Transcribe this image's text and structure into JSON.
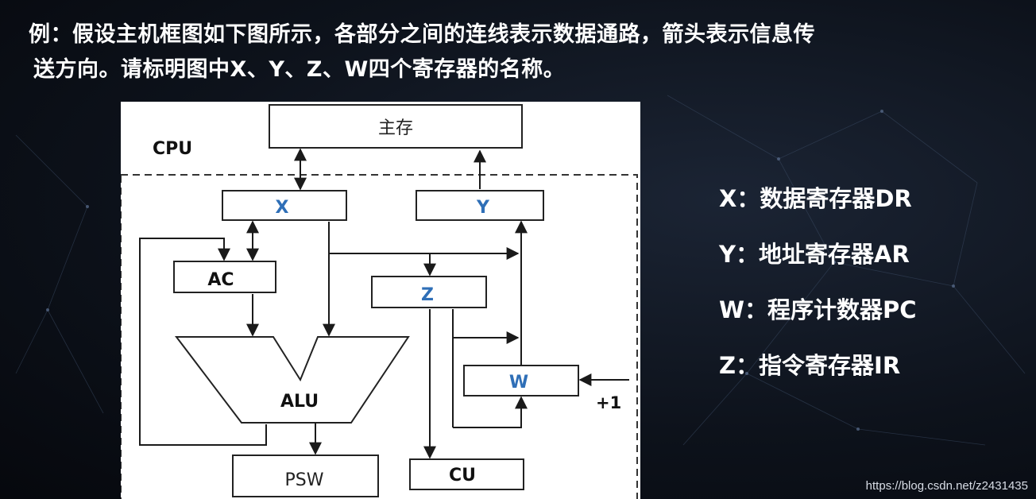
{
  "question": {
    "line1": "例：假设主机框图如下图所示，各部分之间的连线表示数据通路，箭头表示信息传",
    "line2": "送方向。请标明图中X、Y、Z、W四个寄存器的名称。"
  },
  "diagram": {
    "main_memory": "主存",
    "cpu_label": "CPU",
    "x": "X",
    "y": "Y",
    "z": "Z",
    "w": "W",
    "ac": "AC",
    "alu": "ALU",
    "psw": "PSW",
    "cu": "CU",
    "plus_one": "+1"
  },
  "answers": [
    "X：数据寄存器DR",
    "Y：地址寄存器AR",
    "W：程序计数器PC",
    "Z：指令寄存器IR"
  ],
  "watermark": "https://blog.csdn.net/z2431435",
  "colors": {
    "accent_blue": "#2f6fb7",
    "line": "#1a1a1a"
  }
}
